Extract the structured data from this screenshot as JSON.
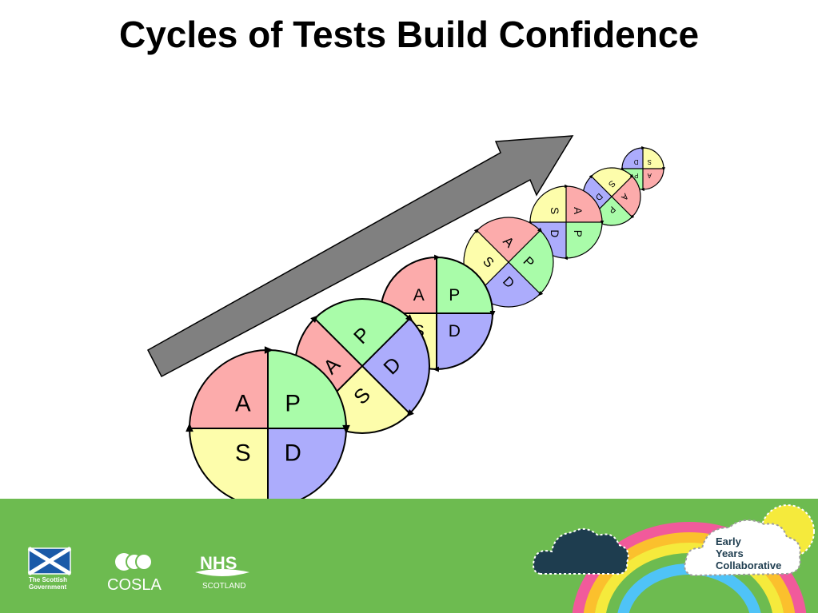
{
  "slide": {
    "title": "Cycles of Tests Build Confidence"
  },
  "cycles": [
    {
      "labels": {
        "act": "A",
        "plan": "P",
        "study": "S",
        "do": "D"
      }
    },
    {
      "labels": {
        "act": "A",
        "plan": "P",
        "study": "S",
        "do": "D"
      }
    },
    {
      "labels": {
        "act": "A",
        "plan": "P",
        "study": "S",
        "do": "D"
      }
    },
    {
      "labels": {
        "act": "A",
        "plan": "P",
        "study": "S",
        "do": "D"
      }
    },
    {
      "labels": {
        "act": "A",
        "plan": "P",
        "study": "S",
        "do": "D"
      }
    },
    {
      "labels": {
        "act": "A",
        "plan": "P",
        "study": "S",
        "do": "D"
      }
    },
    {
      "labels": {
        "act": "A",
        "plan": "P",
        "study": "S",
        "do": "D"
      }
    }
  ],
  "colors": {
    "act": "#fcabab",
    "plan": "#a9fca9",
    "study": "#fdfdab",
    "do": "#acacfc",
    "arrow": "#808080",
    "band": "#6dbb50"
  },
  "footer": {
    "scottish_government": {
      "line1": "The Scottish",
      "line2": "Government",
      "icon": "saltire-flag-icon"
    },
    "cosla": {
      "label": "COSLA",
      "icon": "cosla-circles-icon"
    },
    "nhs": {
      "label": "NHS",
      "sublabel": "SCOTLAND",
      "icon": "nhs-swoosh-icon"
    },
    "early_years": {
      "line1": "Early",
      "line2": "Years",
      "line3": "Collaborative",
      "icon": "rainbow-cloud-icon"
    }
  }
}
